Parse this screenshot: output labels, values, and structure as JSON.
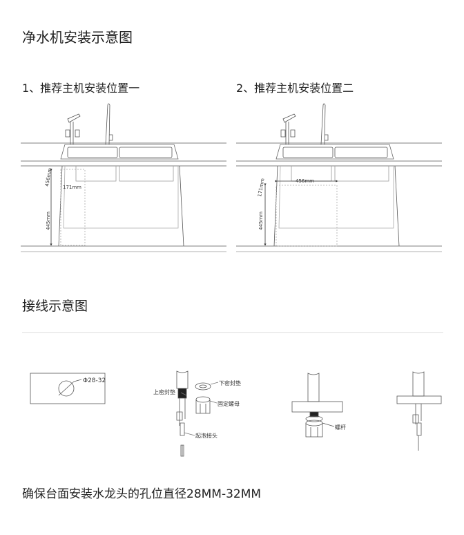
{
  "title": "净水机安装示意图",
  "positions": [
    {
      "label": "1、推荐主机安装位置一",
      "height_dim": "456mm",
      "width_dim": "171mm",
      "base_dim": "445mm"
    },
    {
      "label": "2、推荐主机安装位置二",
      "height_dim": "171mm",
      "width_dim": "456mm",
      "base_dim": "445mm"
    }
  ],
  "wiring": {
    "title": "接线示意图",
    "hole_label": "Φ28-32",
    "parts": {
      "lower_seal": "下密封垫",
      "upper_seal": "上密封垫",
      "fix_nut": "固定螺母",
      "bubbler": "起泡接头",
      "screw": "螺杆"
    }
  },
  "footer": "确保台面安装水龙头的孔位直径28MM-32MM"
}
